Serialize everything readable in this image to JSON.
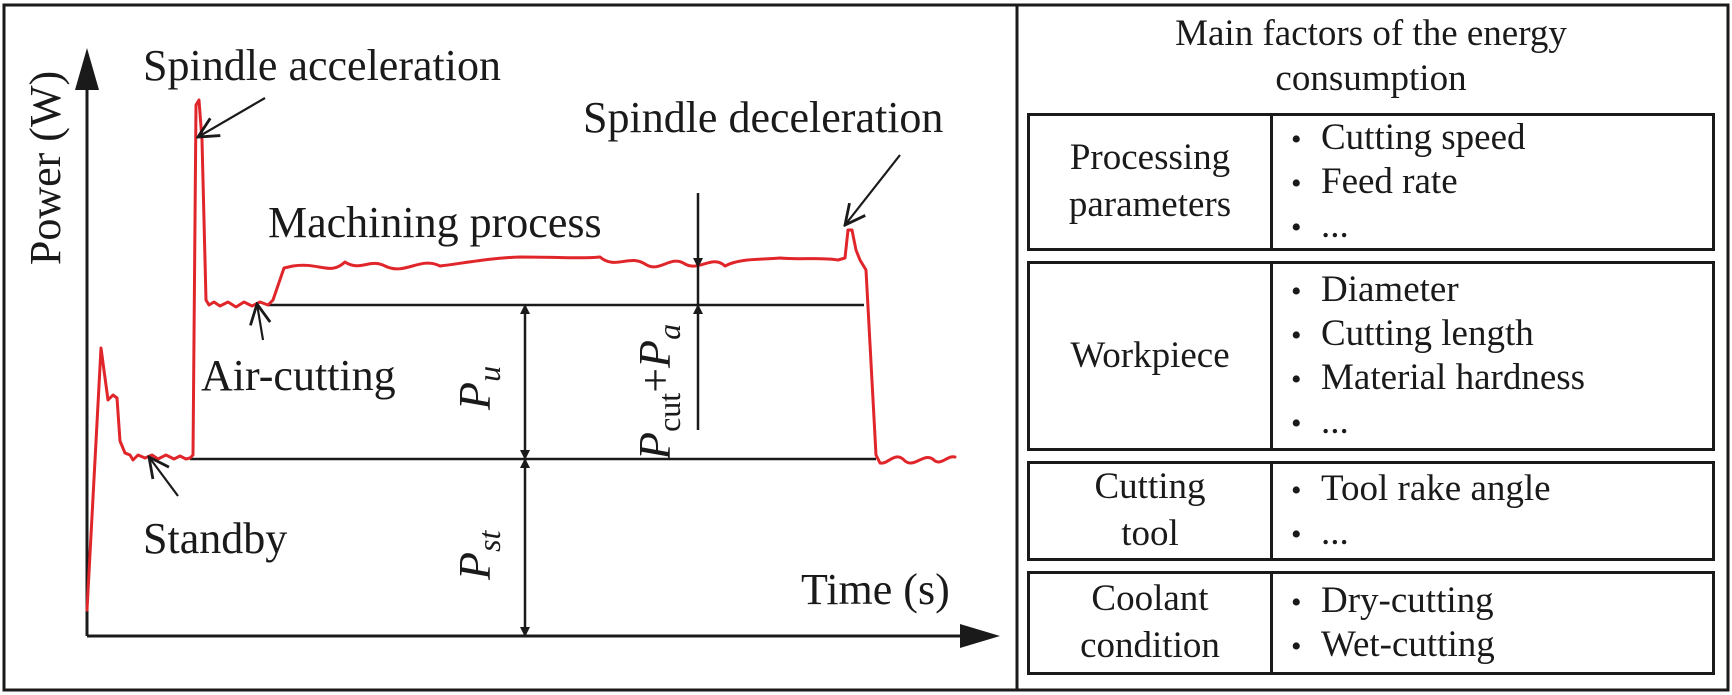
{
  "diagram": {
    "y_axis_label": "Power (W)",
    "x_axis_label": "Time (s)",
    "annotations": {
      "spindle_acceleration": "Spindle acceleration",
      "spindle_deceleration": "Spindle deceleration",
      "machining_process": "Machining process",
      "air_cutting": "Air-cutting",
      "standby": "Standby"
    },
    "power_levels": {
      "pu_main": "P",
      "pu_sub": "u",
      "pst_main": "P",
      "pst_sub": "st",
      "pcut_main": "P",
      "pcut_sub": "cut",
      "plus": "+",
      "pa_main": "P",
      "pa_sub": "a"
    },
    "curve_color": "#e0262b"
  },
  "factors_table": {
    "header_line1": "Main factors of the energy",
    "header_line2": "consumption",
    "rows": [
      {
        "category_line1": "Processing",
        "category_line2": "parameters",
        "items": [
          "Cutting speed",
          "Feed rate",
          "..."
        ]
      },
      {
        "category_line1": "Workpiece",
        "category_line2": "",
        "items": [
          "Diameter",
          "Cutting length",
          "Material hardness",
          "..."
        ]
      },
      {
        "category_line1": "Cutting",
        "category_line2": "tool",
        "items": [
          "Tool rake angle",
          "..."
        ]
      },
      {
        "category_line1": "Coolant",
        "category_line2": "condition",
        "items": [
          "Dry-cutting",
          "Wet-cutting"
        ]
      }
    ]
  }
}
